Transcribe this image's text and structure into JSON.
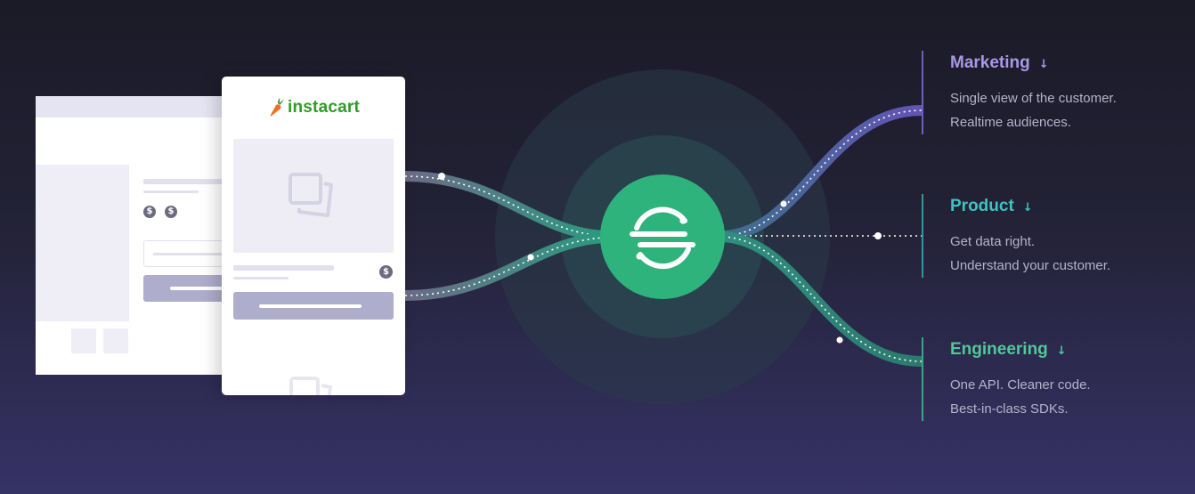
{
  "brand": {
    "name": "instacart",
    "accent": "#2f9a2a",
    "carrot_color": "#f36d21"
  },
  "hub": {
    "icon": "segment-logo-icon",
    "color": "#2fb37d"
  },
  "price_symbol": "$",
  "destinations": [
    {
      "title": "Marketing",
      "color": "#a997e8",
      "line_color": "#6d5fbf",
      "line1": "Single view of the customer.",
      "line2": "Realtime audiences."
    },
    {
      "title": "Product",
      "color": "#3ec3c2",
      "line_color": "#2b9a9c",
      "line1": "Get data right.",
      "line2": "Understand your customer."
    },
    {
      "title": "Engineering",
      "color": "#52c79a",
      "line_color": "#35a883",
      "line1": "One API. Cleaner code.",
      "line2": "Best-in-class SDKs."
    }
  ],
  "arrow_icon": "arrow-down-icon"
}
